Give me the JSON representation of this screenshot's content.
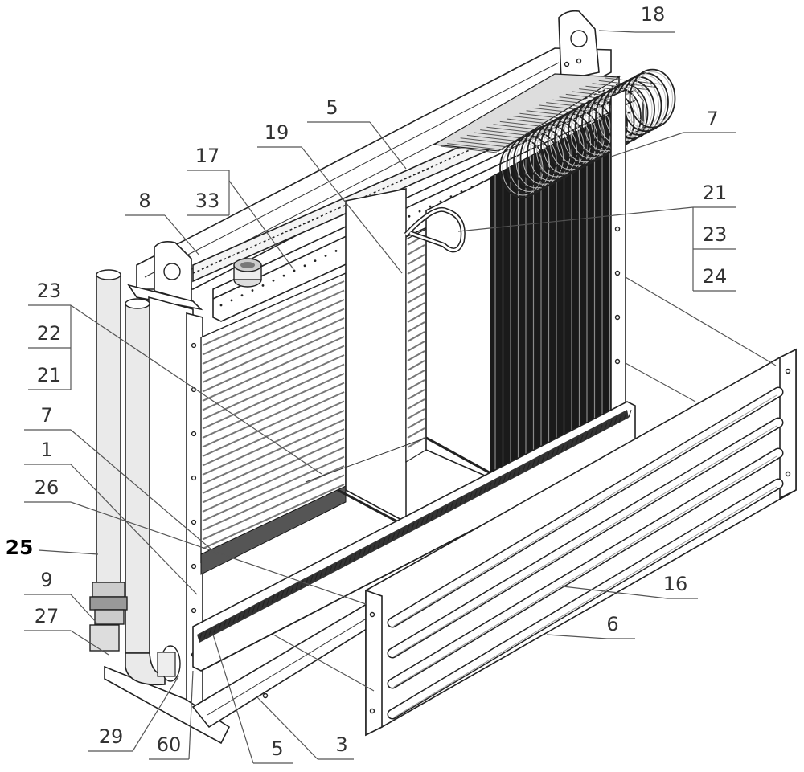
{
  "diagram": {
    "labels": [
      {
        "id": "l18",
        "text": "18"
      },
      {
        "id": "l5a",
        "text": "5"
      },
      {
        "id": "l19",
        "text": "19"
      },
      {
        "id": "l7a",
        "text": "7"
      },
      {
        "id": "l17",
        "text": "17"
      },
      {
        "id": "l33",
        "text": "33"
      },
      {
        "id": "l8",
        "text": "8"
      },
      {
        "id": "l21a",
        "text": "21"
      },
      {
        "id": "l23a",
        "text": "23"
      },
      {
        "id": "l24",
        "text": "24"
      },
      {
        "id": "l23b",
        "text": "23"
      },
      {
        "id": "l22",
        "text": "22"
      },
      {
        "id": "l21b",
        "text": "21"
      },
      {
        "id": "l7b",
        "text": "7"
      },
      {
        "id": "l1",
        "text": "1"
      },
      {
        "id": "l26",
        "text": "26"
      },
      {
        "id": "l25",
        "text": "25"
      },
      {
        "id": "l9",
        "text": "9"
      },
      {
        "id": "l27",
        "text": "27"
      },
      {
        "id": "l16",
        "text": "16"
      },
      {
        "id": "l6",
        "text": "6"
      },
      {
        "id": "l29",
        "text": "29"
      },
      {
        "id": "l60",
        "text": "60"
      },
      {
        "id": "l5b",
        "text": "5"
      },
      {
        "id": "l3",
        "text": "3"
      }
    ]
  }
}
